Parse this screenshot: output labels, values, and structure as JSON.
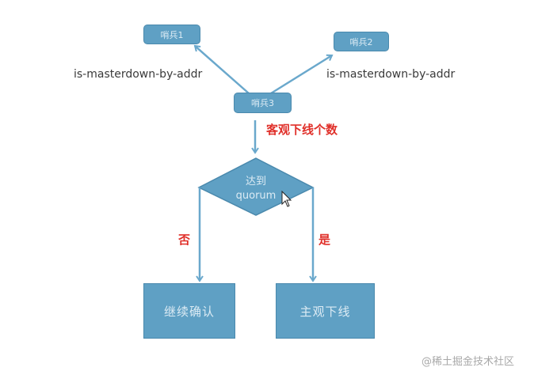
{
  "diagram": {
    "nodes": {
      "sentinel1": "哨兵1",
      "sentinel2": "哨兵2",
      "sentinel3": "哨兵3",
      "decision_line1": "达到",
      "decision_line2": "quorum",
      "continue_confirm": "继续确认",
      "subjective_down": "主观下线"
    },
    "edge_labels": {
      "left_command": "is-masterdown-by-addr",
      "right_command": "is-masterdown-by-addr",
      "objective_count": "客观下线个数",
      "no": "否",
      "yes": "是"
    },
    "colors": {
      "node_fill": "#5fa0c4",
      "arrow": "#6aa8cc",
      "red_label": "#e0302a"
    }
  },
  "watermark": "@稀土掘金技术社区"
}
